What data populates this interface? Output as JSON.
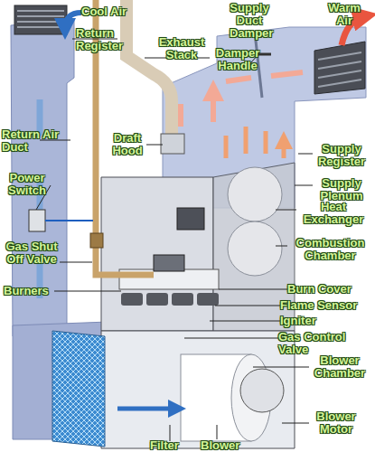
{
  "diagram": {
    "labels": [
      "Cool Air",
      "Return Register",
      "Exhaust Stack",
      "Supply Duct",
      "Warm Air",
      "Damper",
      "Damper Handle",
      "Return Air Duct",
      "Draft Hood",
      "Supply Register",
      "Power Switch",
      "Supply Plenum",
      "Heat Exchanger",
      "Gas Shut Off Valve",
      "Combustion Chamber",
      "Burners",
      "Burn Cover",
      "Flame Sensor",
      "Igniter",
      "Gas Control Valve",
      "Blower Chamber",
      "Filter",
      "Blower",
      "Blower Motor"
    ]
  }
}
